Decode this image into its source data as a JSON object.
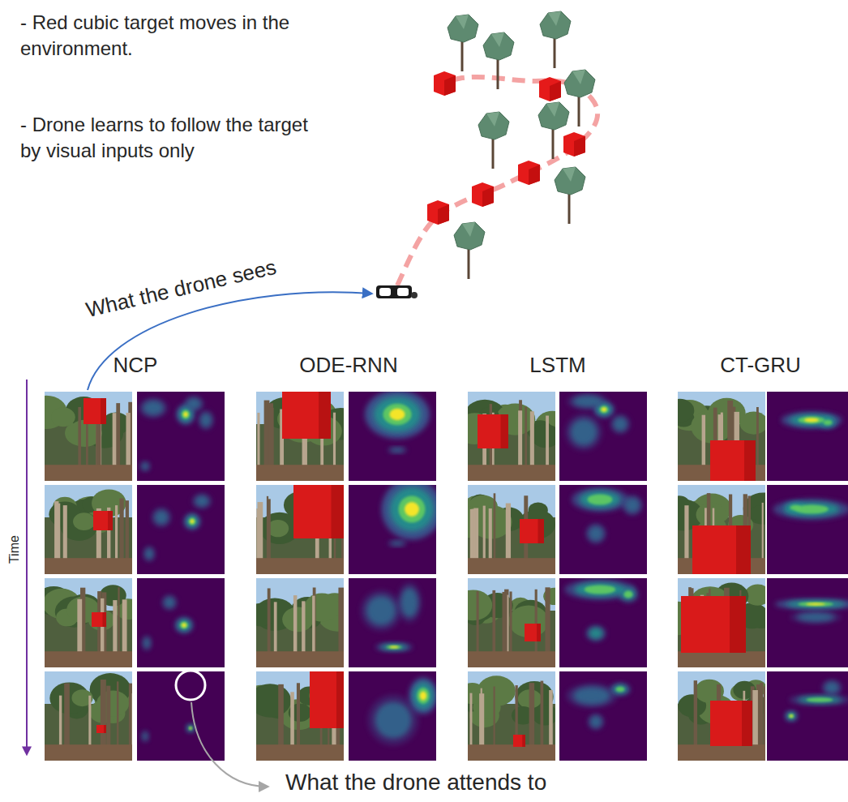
{
  "diagram": {
    "labels": [
      "- Red cubic target moves in the environment.",
      "- Drone learns to follow the target by visual inputs only",
      "What the drone sees",
      "NCP",
      "ODE-RNN",
      "LSTM",
      "CT-GRU",
      "Time",
      "What the drone attends to"
    ]
  }
}
